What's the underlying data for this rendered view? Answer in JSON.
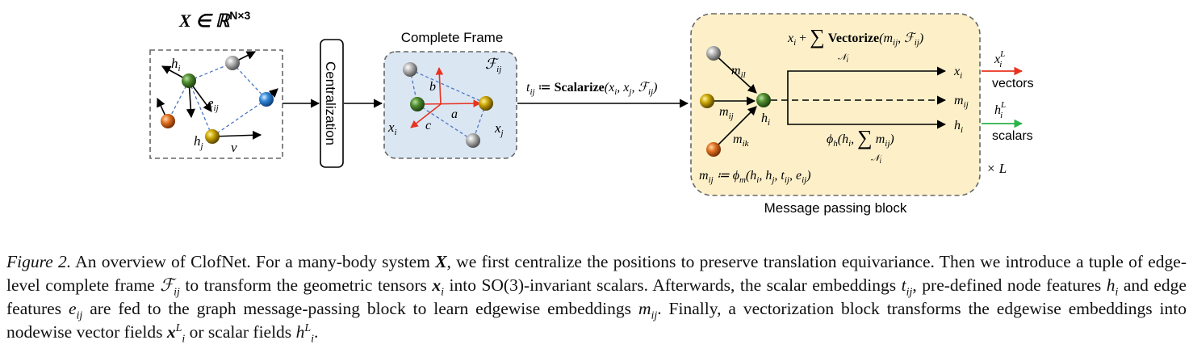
{
  "figure": {
    "input": {
      "set_symbol": "X ∈ ℝ",
      "set_exponent": "N×3",
      "h_i": "h",
      "h_i_sub": "i",
      "h_j": "h",
      "h_j_sub": "j",
      "e_ij": "e",
      "e_ij_sub": "ij",
      "v": "v"
    },
    "centralization_label": "Centralization",
    "frame": {
      "title": "Complete Frame",
      "F": "ℱ",
      "F_sub": "ij",
      "a": "a",
      "b": "b",
      "c": "c",
      "x_i": "x",
      "x_i_sub": "i",
      "x_j": "x",
      "x_j_sub": "j"
    },
    "scalarize": {
      "lhs": "t",
      "lhs_sub": "ij",
      "assign": " ≔ ",
      "op": "Scalarize",
      "args": "(x",
      "args_i": "i",
      "args_mid": ", x",
      "args_j": "j",
      "args_mid2": ", ℱ",
      "args_F": "ij",
      "args_end": ")"
    },
    "mp_block": {
      "title": "Message passing block",
      "top_formula_prefix": "x",
      "top_formula_i": "i",
      "top_formula_plus": " + ",
      "sum_symbol": "∑",
      "sum_sub": "𝒩",
      "sum_sub_i": "i",
      "vectorize": "Vectorize",
      "vec_args": "(m",
      "vec_args_ij": "ij",
      "vec_args_mid": ", ℱ",
      "vec_args_F": "ij",
      "vec_args_end": ")",
      "m_il": "m",
      "m_il_sub": "il",
      "m_ij": "m",
      "m_ij_sub": "ij",
      "m_ik": "m",
      "m_ik_sub": "ik",
      "h_i": "h",
      "h_i_sub": "i",
      "out_x": "x",
      "out_x_sub": "i",
      "out_m": "m",
      "out_m_sub": "ij",
      "out_h": "h",
      "out_h_sub": "i",
      "phi_h_pre": "ϕ",
      "phi_h_sub": "h",
      "phi_h_args": "(h",
      "phi_h_args_i": "i",
      "phi_h_comma": ", ",
      "phi_h_m": "m",
      "phi_h_m_sub": "ij",
      "phi_h_end": ")",
      "msg_lhs": "m",
      "msg_lhs_sub": "ij",
      "msg_assign": " ≔ ϕ",
      "msg_phi_sub": "m",
      "msg_args": "(h",
      "msg_h_i": "i",
      "msg_comma1": ", h",
      "msg_h_j": "j",
      "msg_comma2": ", t",
      "msg_t": "ij",
      "msg_comma3": ", e",
      "msg_e": "ij",
      "msg_end": ")",
      "repeat": "× L"
    },
    "outputs": {
      "vec_label": "x",
      "vec_sub": "i",
      "vec_sup": "L",
      "vectors": "vectors",
      "sca_label": "h",
      "sca_sub": "i",
      "sca_sup": "L",
      "scalars": "scalars"
    },
    "colors": {
      "frame_fill": "#dbe6f3",
      "block_fill": "#fdf0c9",
      "red_arrow": "#e8321f",
      "green_arrow": "#2db34a",
      "edge_blue": "#4a78c2"
    }
  },
  "caption": {
    "label": "Figure 2.",
    "s1": " An overview of ClofNet. For a many-body system ",
    "X": "X",
    "s2": ", we first centralize the positions to preserve translation equivariance. Then we introduce a tuple of edge-level complete frame ",
    "F": "ℱ",
    "F_sub": "ij",
    "s3": " to transform the geometric tensors ",
    "x": "x",
    "x_sub": "i",
    "s4": " into SO(3)-invariant scalars. Afterwards, the scalar embeddings ",
    "t": "t",
    "t_sub": "ij",
    "s5": ", pre-defined node features ",
    "h": "h",
    "h_sub": "i",
    "s6": " and edge features ",
    "e": "e",
    "e_sub": "ij",
    "s7": " are fed to the graph message-passing block to learn edgewise embeddings ",
    "m": "m",
    "m_sub": "ij",
    "s8": ". Finally, a vectorization block transforms the edgewise embeddings into nodewise vector fields ",
    "xL": "x",
    "xL_sub": "i",
    "xL_sup": "L",
    "s9": " or scalar fields ",
    "hL": "h",
    "hL_sub": "i",
    "hL_sup": "L",
    "s10": "."
  }
}
